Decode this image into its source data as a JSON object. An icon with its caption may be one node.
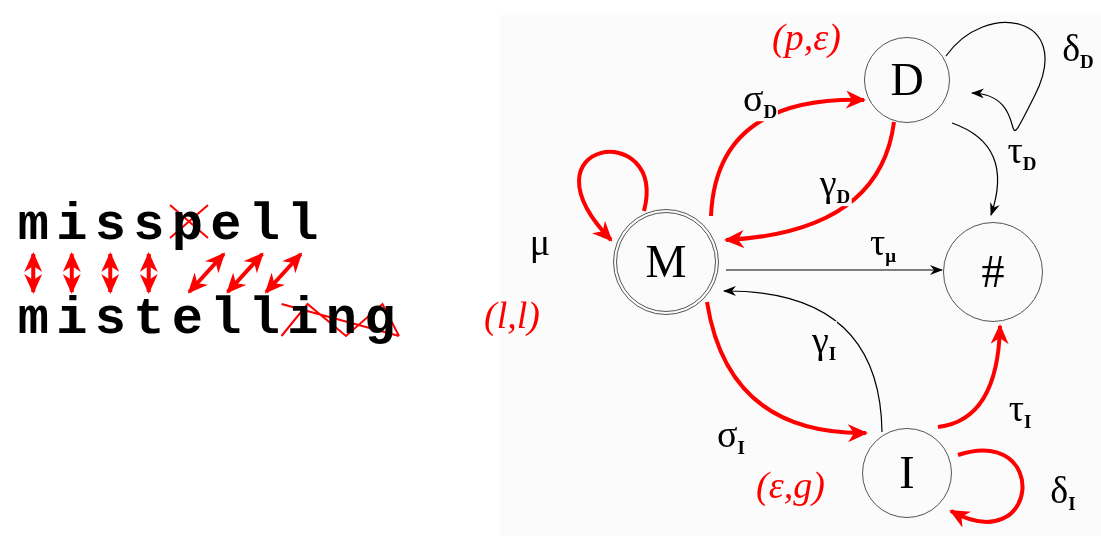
{
  "diagram": {
    "nodes": [
      {
        "text": [
          "m"
        ]
      },
      {
        "text": [
          "i"
        ]
      },
      {
        "text": [
          "s"
        ]
      },
      {
        "text": [
          "s"
        ]
      },
      {
        "text": [
          "p"
        ]
      },
      {
        "text": [
          "e"
        ]
      },
      {
        "text": [
          "l"
        ]
      },
      {
        "text": [
          "l"
        ]
      },
      {
        "text": [
          "m"
        ]
      },
      {
        "text": [
          "i"
        ]
      },
      {
        "text": [
          "s"
        ]
      },
      {
        "text": [
          "t"
        ]
      },
      {
        "text": [
          "e"
        ]
      },
      {
        "text": [
          "l"
        ]
      },
      {
        "text": [
          "l"
        ]
      },
      {
        "text": [
          "i"
        ]
      },
      {
        "text": [
          "n"
        ]
      },
      {
        "text": [
          "g"
        ]
      },
      {
        "text": [
          "M"
        ],
        "beside": [
          "(l,l)"
        ]
      },
      {
        "text": [
          "D"
        ],
        "beside": [
          "(p,ε)"
        ]
      },
      {
        "text": [
          "#"
        ]
      },
      {
        "text": [
          "I"
        ],
        "beside": [
          "(ε,g)"
        ]
      }
    ],
    "edges": [
      {
        "from": 0,
        "to": 8,
        "arrow": "both"
      },
      {
        "from": 1,
        "to": 9,
        "arrow": "both"
      },
      {
        "from": 2,
        "to": 10,
        "arrow": "both"
      },
      {
        "from": 3,
        "to": 11,
        "arrow": "both"
      },
      {
        "from": 5,
        "to": 12,
        "arrow": "both"
      },
      {
        "from": 6,
        "to": 13,
        "arrow": "both"
      },
      {
        "from": 7,
        "to": 14,
        "arrow": "both"
      },
      {
        "from": 18,
        "to": 18,
        "arrow": "to",
        "label": "μ"
      },
      {
        "from": 18,
        "to": 19,
        "arrow": "to",
        "label": "σ$_{D}$"
      },
      {
        "from": 19,
        "to": 18,
        "arrow": "to",
        "label": "γ$_{D}$"
      },
      {
        "from": 19,
        "to": 19,
        "arrow": "to",
        "label": "δ$_{D}$",
        "color": "#000000"
      },
      {
        "from": 19,
        "to": 20,
        "arrow": "to",
        "label": "τ$_{D}$",
        "color": "#000000"
      },
      {
        "from": 18,
        "to": 20,
        "arrow": "to",
        "label": "τ$_{μ}$",
        "color": "#000000"
      },
      {
        "from": 21,
        "to": 18,
        "arrow": "to",
        "label": "γ$_{I}$",
        "color": "#000000"
      },
      {
        "from": 18,
        "to": 21,
        "arrow": "to",
        "label": "σ$_{I}$"
      },
      {
        "from": 21,
        "to": 20,
        "arrow": "to",
        "label": "τ$_{I}$"
      },
      {
        "from": 21,
        "to": 21,
        "arrow": "to",
        "label": "δ$_{I}$"
      }
    ]
  }
}
